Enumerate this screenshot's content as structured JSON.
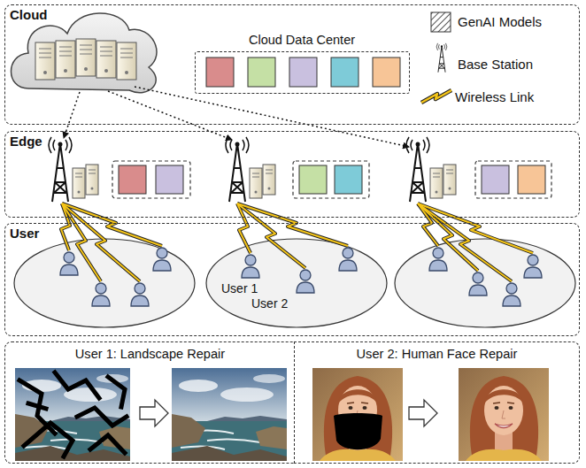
{
  "diagram": {
    "nodes": [
      {
        "text": [
          "Cloud"
        ]
      },
      {
        "text": [
          "Cloud Data Center"
        ],
        "in": 0
      },
      {
        "text": [
          "Edge"
        ]
      },
      {
        "text": [
          "User"
        ]
      },
      {
        "text": [
          "User 1: Landscape Repair"
        ]
      },
      {
        "text": [
          "User 2: Human Face Repair"
        ]
      }
    ],
    "labels": [
      "User 1",
      "User 2"
    ],
    "legend": [
      {
        "text": "GenAI Models"
      },
      {
        "text": "Base Station"
      },
      {
        "text": "Wireless Link"
      }
    ]
  }
}
